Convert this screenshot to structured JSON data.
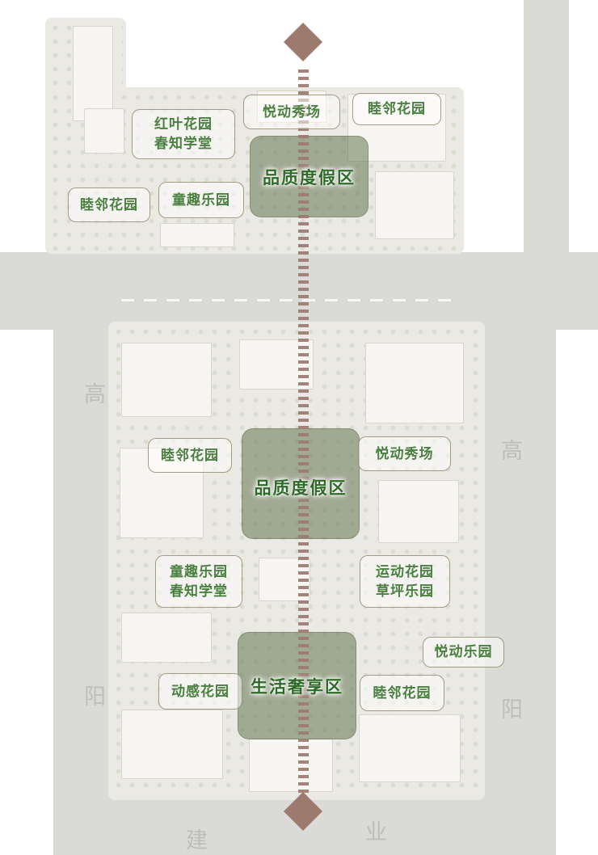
{
  "zones": [
    {
      "title": "品质度假区"
    },
    {
      "title": "品质度假区"
    },
    {
      "title": "生活奢享区"
    }
  ],
  "labels": [
    {
      "line1": "红叶花园",
      "line2": "春知学堂"
    },
    {
      "line1": "悦动秀场",
      "line2": ""
    },
    {
      "line1": "睦邻花园",
      "line2": ""
    },
    {
      "line1": "睦邻花园",
      "line2": ""
    },
    {
      "line1": "童趣乐园",
      "line2": ""
    },
    {
      "line1": "睦邻花园",
      "line2": ""
    },
    {
      "line1": "悦动秀场",
      "line2": ""
    },
    {
      "line1": "童趣乐园",
      "line2": "春知学堂"
    },
    {
      "line1": "运动花园",
      "line2": "草坪乐园"
    },
    {
      "line1": "悦动乐园",
      "line2": ""
    },
    {
      "line1": "动感花园",
      "line2": ""
    },
    {
      "line1": "睦邻花园",
      "line2": ""
    }
  ],
  "road_names": [
    "高",
    "高",
    "阳",
    "阳",
    "建",
    "业"
  ],
  "colors": {
    "axis": "#9d7a6e",
    "zone_fill": "rgba(92,112,70,0.52)",
    "label_text": "#4a8040",
    "zone_title_text": "#2f6b28",
    "road": "#dadad7",
    "parcel": "#eae9e4",
    "road_name_text": "#bdbdbb"
  }
}
